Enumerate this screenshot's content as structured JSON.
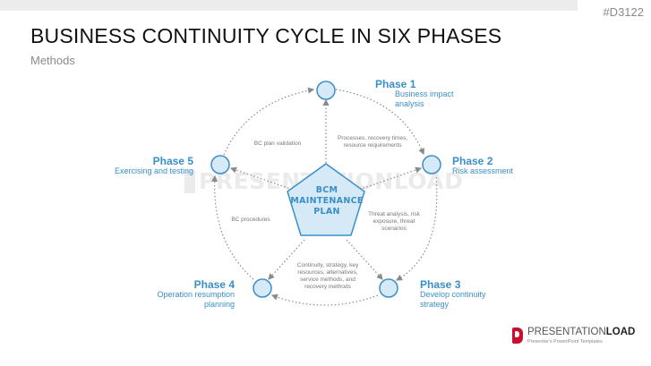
{
  "header": {
    "code": "#D3122",
    "title": "BUSINESS CONTINUITY CYCLE IN SIX PHASES",
    "subtitle": "Methods"
  },
  "hub": {
    "line1": "BCM",
    "line2": "MAINTENANCE",
    "line3": "PLAN"
  },
  "phases": [
    {
      "title": "Phase 1",
      "desc_line1": "Business impact",
      "desc_line2": "analysis"
    },
    {
      "title": "Phase 2",
      "desc_line1": "Risk assessment",
      "desc_line2": ""
    },
    {
      "title": "Phase 3",
      "desc_line1": "Develop continuity",
      "desc_line2": "strategy"
    },
    {
      "title": "Phase 4",
      "desc_line1": "Operation resumption",
      "desc_line2": "planning"
    },
    {
      "title": "Phase 5",
      "desc_line1": "Exercising and testing",
      "desc_line2": ""
    }
  ],
  "edge_labels": {
    "processes": [
      "Processes, recovery times,",
      "resource requirements"
    ],
    "threat": [
      "Threat analysis, risk",
      "exposure, threat",
      "scenarios"
    ],
    "continuity": [
      "Continuity, strategy, key",
      "resources, alternatives,",
      "service methods, and",
      "recovery methods"
    ],
    "bc_procedures": [
      "BC procedures"
    ],
    "bc_validation": [
      "BC plan validation"
    ]
  },
  "watermark": "PRESENTATIONLOAD",
  "logo": {
    "text_a": "PRESENTATION",
    "text_b": "LOAD",
    "sub": "Presenter's PowerPoint Templates"
  },
  "colors": {
    "accent": "#3a8fc9",
    "node_fill": "#d6e9f7",
    "node_stroke": "#3a8fc9",
    "dotted": "#8a8a8a",
    "logo_red": "#c8102e"
  }
}
